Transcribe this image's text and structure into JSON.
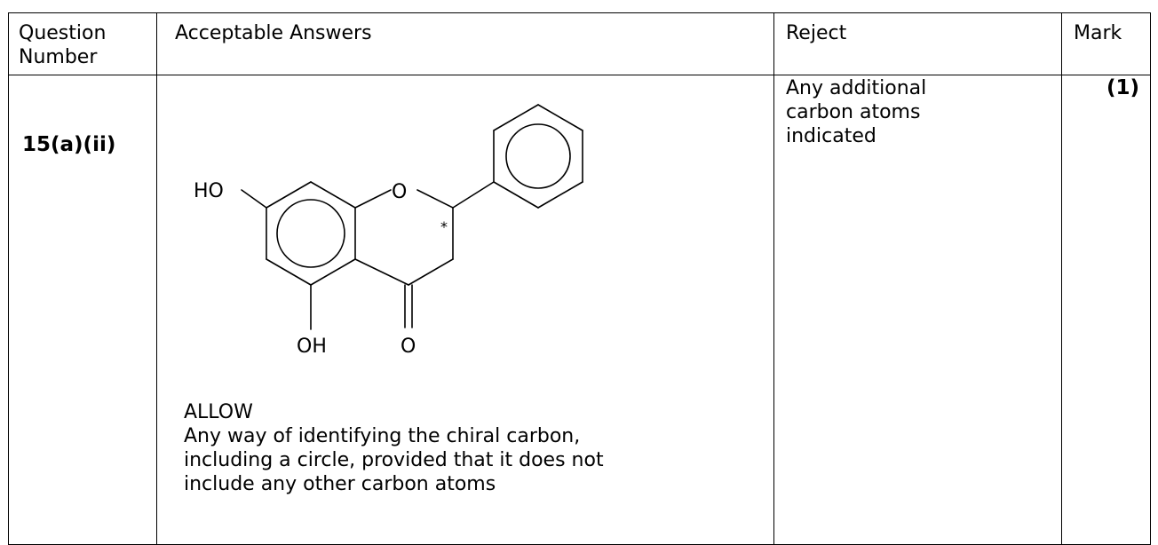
{
  "headers": {
    "question_number": [
      "Question",
      "Number"
    ],
    "acceptable_answers": "Acceptable Answers",
    "reject": "Reject",
    "mark": "Mark"
  },
  "row": {
    "question_number": "15(a)(ii)",
    "molecule": {
      "labels": {
        "ho": "HO",
        "o_ring": "O",
        "oh": "OH",
        "o_carbonyl": "O",
        "chiral_marker": "*"
      }
    },
    "allow_heading": "ALLOW",
    "allow_text": [
      "Any way of identifying the chiral carbon,",
      "including a circle, provided that it does not",
      "include any other carbon atoms"
    ],
    "reject_text": [
      "Any additional",
      "carbon atoms",
      "indicated"
    ],
    "mark": "(1)"
  }
}
